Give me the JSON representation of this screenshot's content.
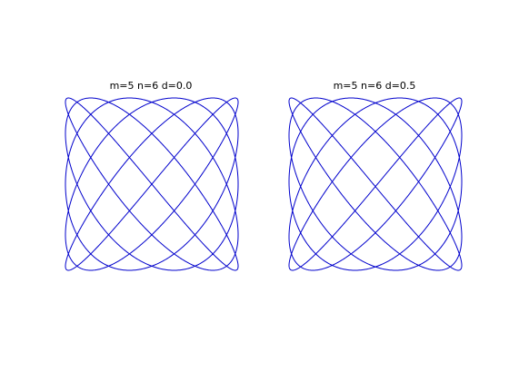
{
  "chart_data": [
    {
      "type": "line",
      "title": "m=5  n=6  d=0.0",
      "params": {
        "m": 5,
        "n": 6,
        "d": 0.0
      },
      "series": [
        {
          "equation": "x = sin(m*t + d), y = sin(n*t)",
          "t_range": [
            0,
            6.283185307
          ],
          "color": "#0000cc"
        }
      ],
      "xlim": [
        -1,
        1
      ],
      "ylim": [
        -1,
        1
      ],
      "axes_visible": false,
      "grid": false
    },
    {
      "type": "line",
      "title": "m=5  n=6  d=0.5",
      "params": {
        "m": 5,
        "n": 6,
        "d": 0.5
      },
      "series": [
        {
          "equation": "x = sin(m*t + d), y = sin(n*t)",
          "t_range": [
            0,
            6.283185307
          ],
          "color": "#0000cc"
        }
      ],
      "xlim": [
        -1,
        1
      ],
      "ylim": [
        -1,
        1
      ],
      "axes_visible": false,
      "grid": false
    }
  ]
}
